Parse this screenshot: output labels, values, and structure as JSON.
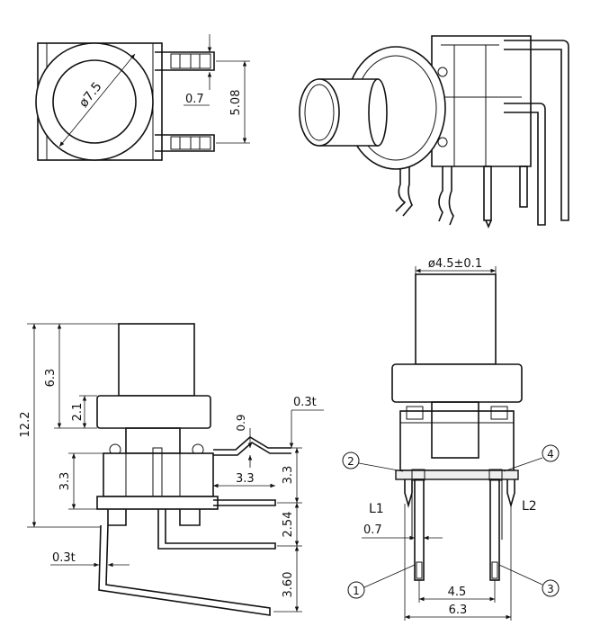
{
  "top_view": {
    "diameter": "ø7.5",
    "pitch": "5.08",
    "pin_width": "0.7"
  },
  "side_view": {
    "total_height": "12.2",
    "cap_height": "6.3",
    "collar_height": "2.1",
    "body_height": "3.3",
    "pin_offset": "0.9",
    "thickness_top": "0.3t",
    "horizontal_reach": "3.3",
    "right_height": "3.3",
    "lower_pitch": "2.54",
    "leg_length": "3.60",
    "thickness_bottom": "0.3t"
  },
  "front_view": {
    "cap_diameter": "ø4.5±0.1",
    "pin_1": "1",
    "pin_2": "2",
    "pin_3": "3",
    "pin_4": "4",
    "led_left": "L1",
    "led_right": "L2",
    "pin_width": "0.7",
    "inner_pitch": "4.5",
    "outer_width": "6.3"
  }
}
